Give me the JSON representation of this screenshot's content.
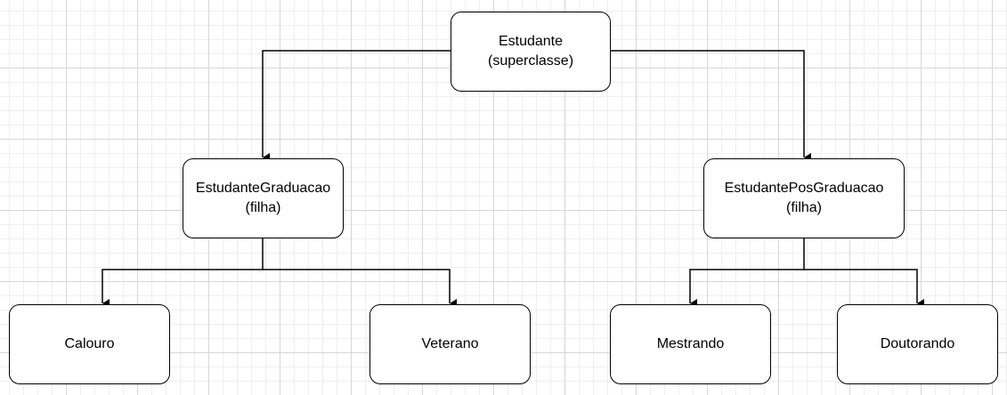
{
  "diagram": {
    "root": {
      "name": "Estudante",
      "note": "(superclasse)"
    },
    "graduacao": {
      "name": "EstudanteGraduacao",
      "note": "(filha)"
    },
    "pos_graduacao": {
      "name": "EstudantePosGraduacao",
      "note": "(filha)"
    },
    "leaves": {
      "calouro": "Calouro",
      "veterano": "Veterano",
      "mestrando": "Mestrando",
      "doutorando": "Doutorando"
    },
    "colors": {
      "line": "#000000",
      "node_fill": "#ffffff",
      "node_border": "#000000",
      "grid_major": "#d7d7d7",
      "grid_minor": "#efefef"
    }
  }
}
